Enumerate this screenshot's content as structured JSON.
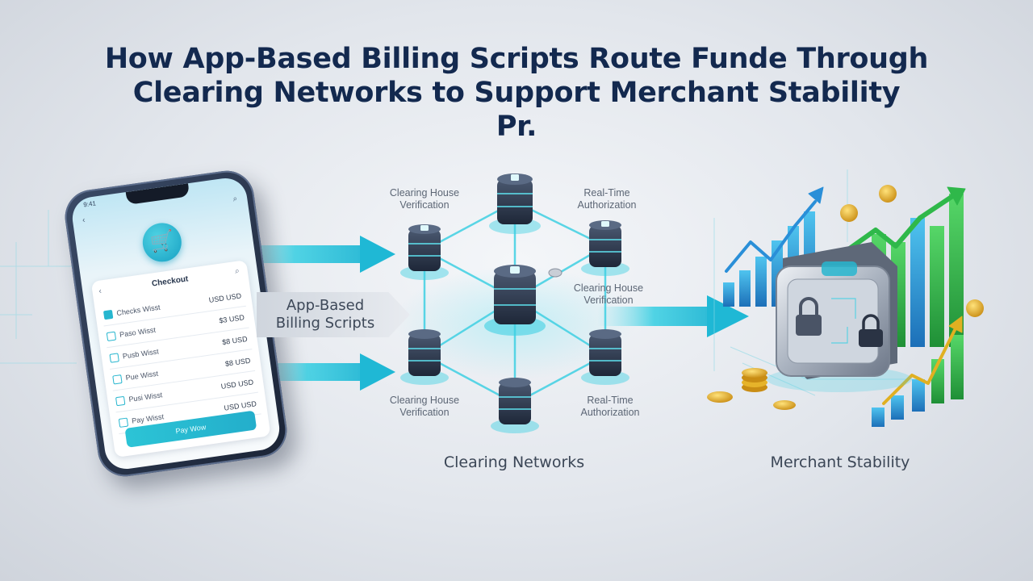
{
  "title": {
    "line1": "How App-Based Billing Scripts Route Funde Through",
    "line2": "Clearing Networks to Support Merchant Stability",
    "line3": "Pr."
  },
  "phone": {
    "status_time": "9:41",
    "header": "Checkout",
    "items": [
      {
        "label": "Checks Wisst",
        "value": "USD USD"
      },
      {
        "label": "Paso Wisst",
        "value": "$3 USD"
      },
      {
        "label": "Pusb Wisst",
        "value": "$8 USD"
      },
      {
        "label": "Pue Wisst",
        "value": "$8 USD"
      },
      {
        "label": "Pusi Wisst",
        "value": "USD USD"
      },
      {
        "label": "Pay Wisst",
        "value": "USD USD"
      }
    ],
    "pay_button": "Pay Wow",
    "icons": [
      "back-arrow-icon",
      "search-icon",
      "cart-icon",
      "item-icon"
    ]
  },
  "script_tag": {
    "line1": "App-Based",
    "line2": "Billing Scripts"
  },
  "network": {
    "labels": [
      {
        "line1": "Clearing House",
        "line2": "Verification"
      },
      {
        "line1": "Real-Time",
        "line2": "Authorization"
      },
      {
        "line1": "Clearing House",
        "line2": "Verification"
      },
      {
        "line1": "Clearing House",
        "line2": "Verification"
      },
      {
        "line1": "Real-Time",
        "line2": "Authorization"
      }
    ],
    "section_label": "Clearing Networks",
    "icons": [
      "server-stack-icon",
      "lock-icon"
    ]
  },
  "merchant": {
    "section_label": "Merchant Stability",
    "icons": [
      "safe-icon",
      "padlock-icon",
      "coin-icon",
      "bar-chart-icon",
      "trend-arrow-icon"
    ]
  },
  "colors": {
    "title": "#13294f",
    "accent_cyan": "#2cc4d6",
    "server_dark": "#2b3648",
    "chart_green": "#2fb84a",
    "chart_blue": "#2a8fd8",
    "coin_gold": "#e6b32a"
  }
}
